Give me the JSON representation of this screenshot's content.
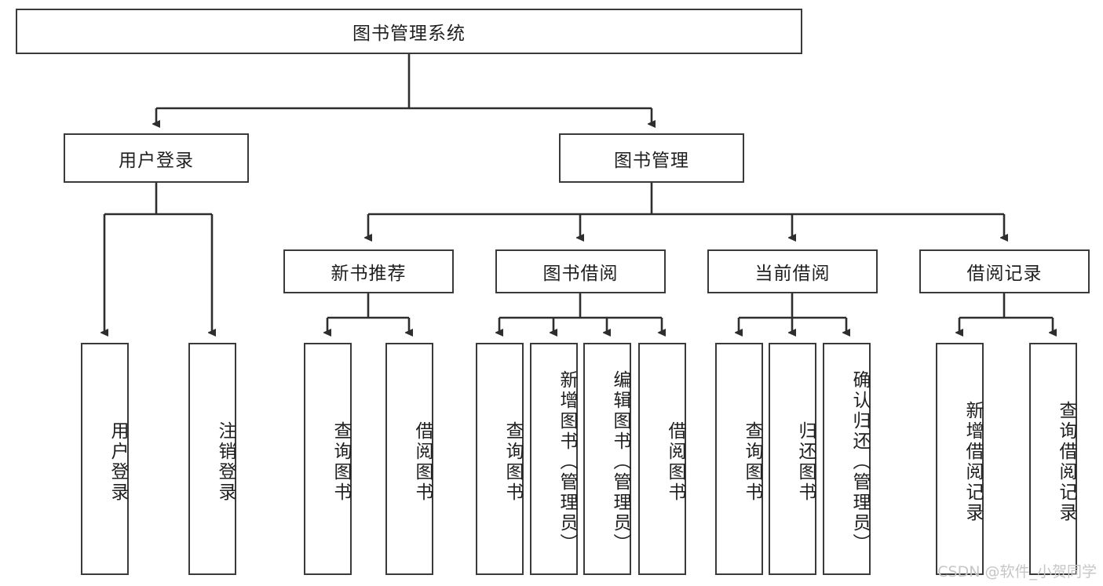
{
  "diagram": {
    "title": "图书管理系统",
    "watermark": "CSDN @软件_小贺同学",
    "colors": {
      "box_border": "#3a3a3a",
      "box_fill": "#ffffff",
      "edge": "#2e2e2e",
      "text": "#1f1f1f",
      "watermark": "#c6c6c6",
      "background": "#ffffff"
    },
    "levels": {
      "root": {
        "label": "图书管理系统"
      },
      "level2": [
        {
          "label": "用户登录"
        },
        {
          "label": "图书管理"
        }
      ],
      "level3": [
        {
          "label": "新书推荐"
        },
        {
          "label": "图书借阅"
        },
        {
          "label": "当前借阅"
        },
        {
          "label": "借阅记录"
        }
      ],
      "leaves": {
        "user_login": [
          {
            "label": "用户登录"
          },
          {
            "label": "注销登录"
          }
        ],
        "new_book_recommend": [
          {
            "label": "查询图书"
          },
          {
            "label": "借阅图书"
          }
        ],
        "book_borrow": [
          {
            "label": "查询图书"
          },
          {
            "label": "新增图书（管理员）"
          },
          {
            "label": "编辑图书（管理员）"
          },
          {
            "label": "借阅图书"
          }
        ],
        "current_borrow": [
          {
            "label": "查询图书"
          },
          {
            "label": "归还图书"
          },
          {
            "label": "确认归还（管理员）"
          }
        ],
        "borrow_record": [
          {
            "label": "新增借阅记录"
          },
          {
            "label": "查询借阅记录"
          }
        ]
      }
    }
  }
}
